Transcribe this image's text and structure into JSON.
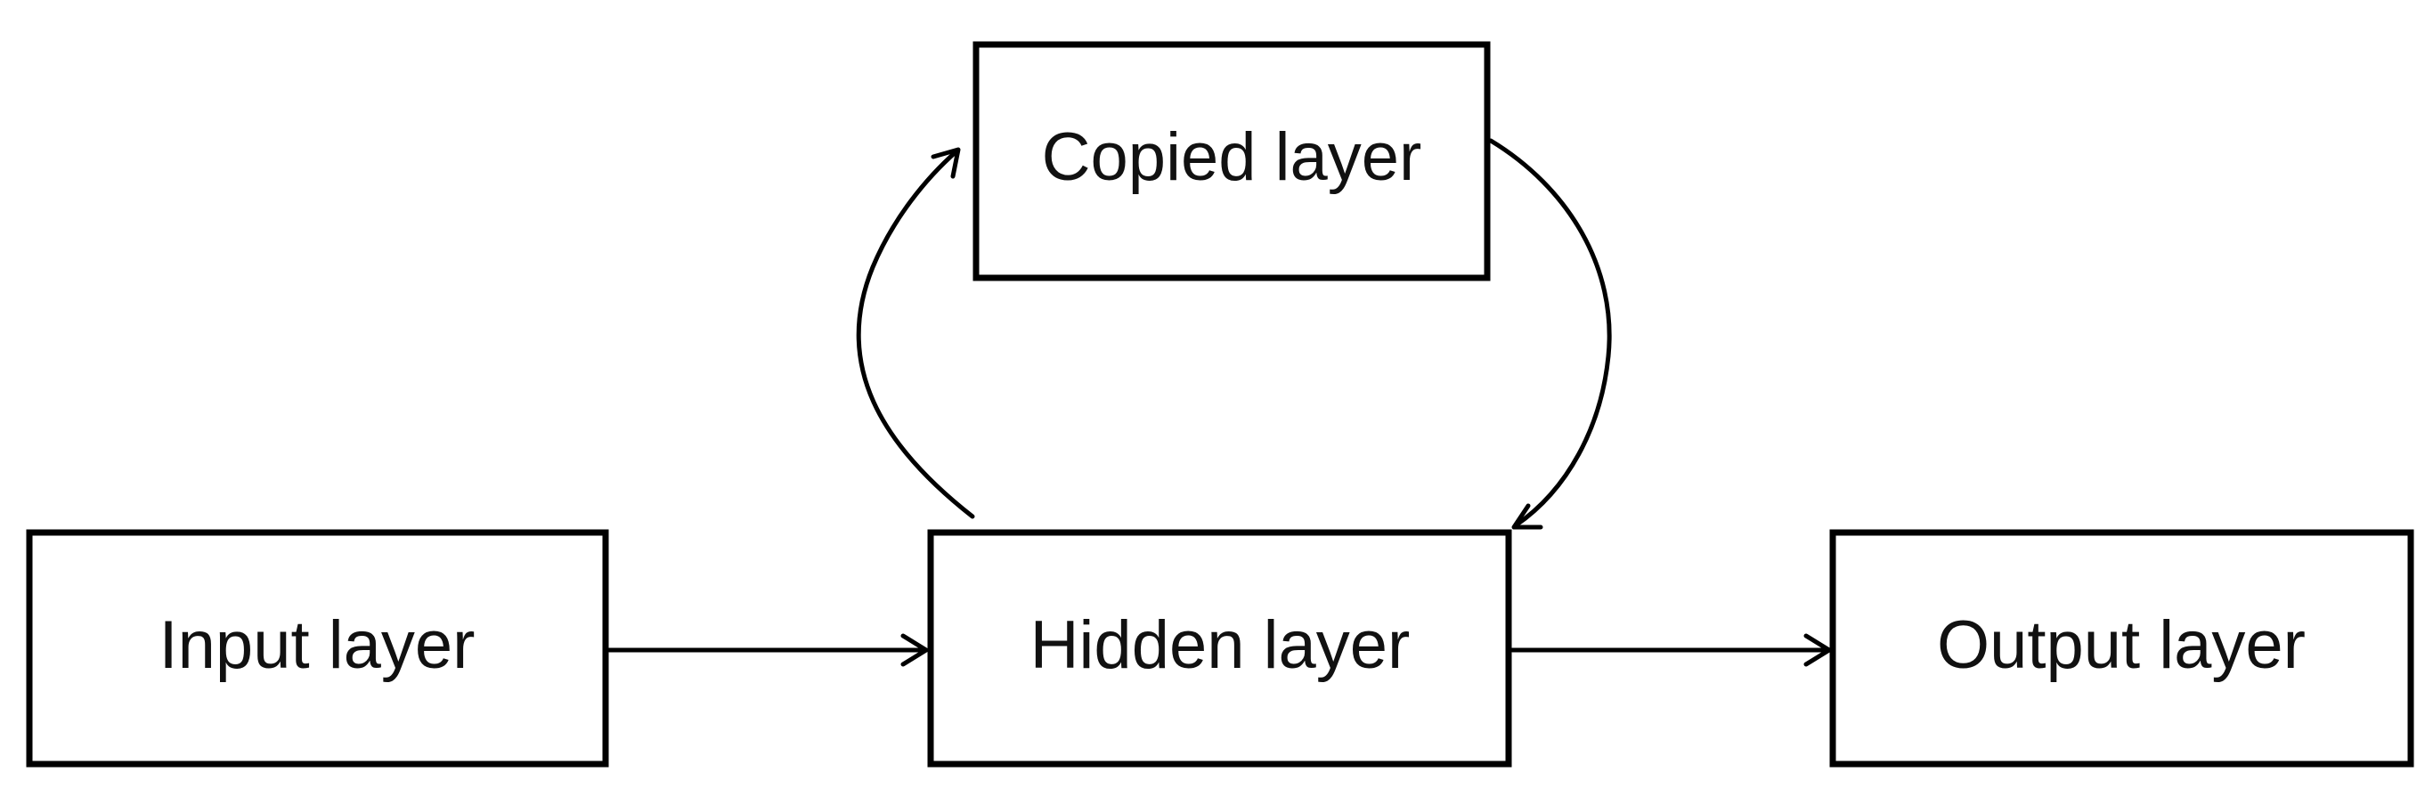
{
  "diagram": {
    "nodes": {
      "input": {
        "label": "Input layer"
      },
      "hidden": {
        "label": "Hidden layer"
      },
      "output": {
        "label": "Output layer"
      },
      "copied": {
        "label": "Copied layer"
      }
    },
    "edges": [
      {
        "from": "input",
        "to": "hidden"
      },
      {
        "from": "hidden",
        "to": "output"
      },
      {
        "from": "hidden",
        "to": "copied"
      },
      {
        "from": "copied",
        "to": "hidden"
      }
    ],
    "colors": {
      "stroke": "#000000",
      "background": "#ffffff",
      "text": "#111111"
    }
  }
}
